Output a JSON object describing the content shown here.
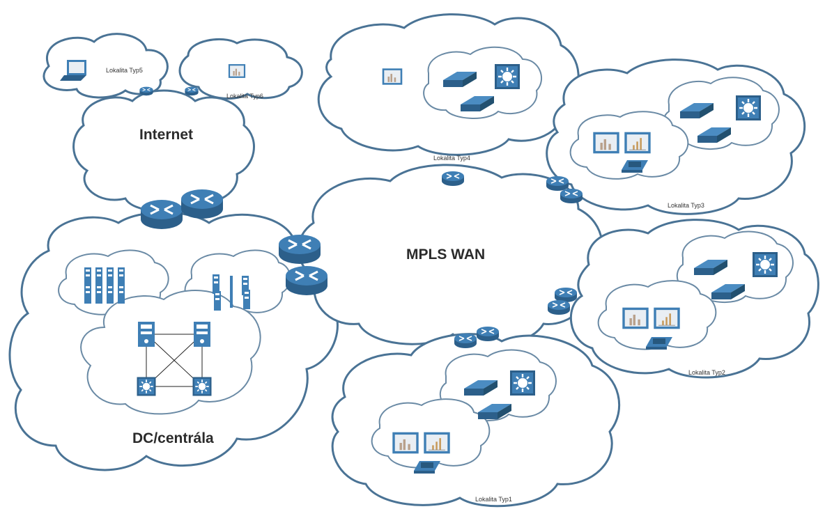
{
  "clouds": {
    "internet": "Internet",
    "mpls": "MPLS WAN",
    "dc": "DC/centrála"
  },
  "sites": {
    "typ1_top": "Lokalita Typ4",
    "typ3": "Lokalita Typ3",
    "typ2": "Lokalita Typ2",
    "typ1_bottom": "Lokalita Typ1",
    "typ5": "Lokalita Typ5",
    "typ6": "Lokalita Typ6"
  },
  "colors": {
    "device": "#3f7fb5",
    "device_dark": "#2c5f8a",
    "cloud_stroke": "#4a7395"
  },
  "icons": [
    "router-icon",
    "switch-icon",
    "layer3-switch-icon",
    "server-icon",
    "workstation-icon",
    "laptop-icon",
    "desktop-icon",
    "phone-icon",
    "storage-icon"
  ]
}
